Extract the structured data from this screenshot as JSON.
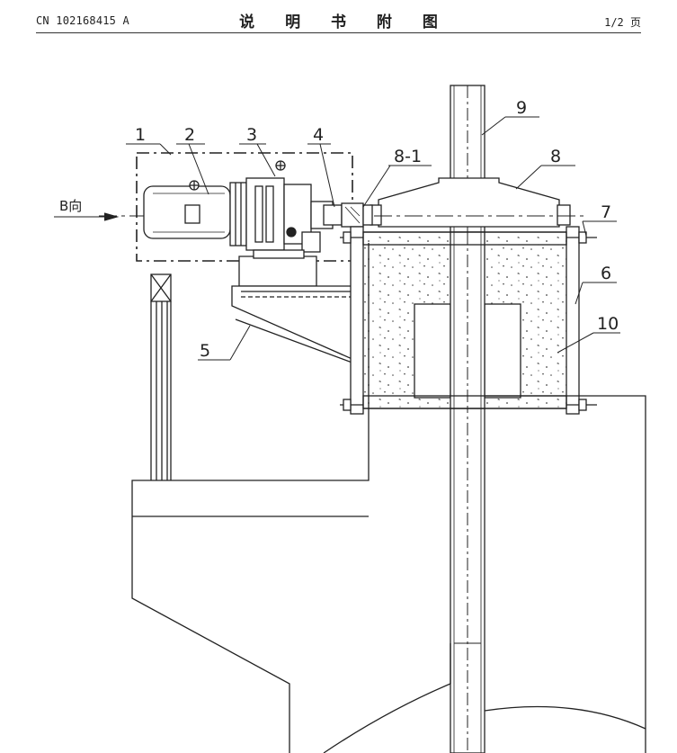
{
  "header": {
    "publication_number": "CN 102168415 A",
    "title": "说 明 书 附 图",
    "page": "1/2 页"
  },
  "figure": {
    "view_label": "B向",
    "labels": [
      "1",
      "2",
      "3",
      "4",
      "8-1",
      "8",
      "9",
      "7",
      "6",
      "5",
      "10"
    ]
  }
}
